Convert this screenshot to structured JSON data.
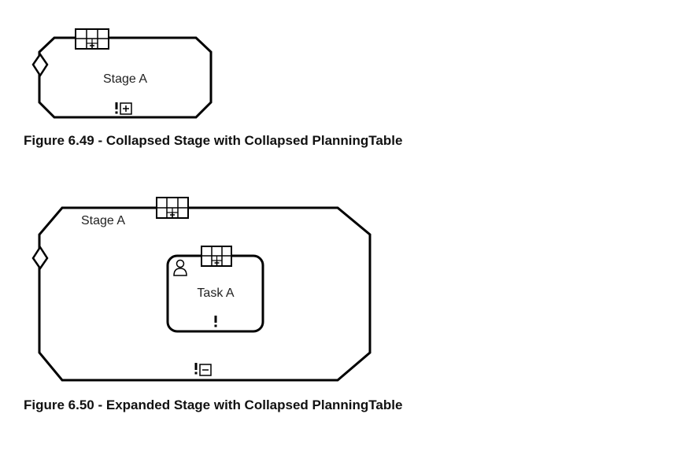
{
  "figure1": {
    "stage_label": "Stage A",
    "caption": "Figure 6.49 - Collapsed Stage with Collapsed PlanningTable"
  },
  "figure2": {
    "stage_label": "Stage A",
    "task_label": "Task A",
    "caption": "Figure 6.50 - Expanded Stage with Collapsed PlanningTable"
  },
  "icons": {
    "entry_criterion": "diamond-icon",
    "planning_table": "planning-table-icon",
    "required_marker": "exclamation-icon",
    "expand_marker": "plus-box-icon",
    "collapse_marker": "minus-box-icon",
    "human_task": "person-icon"
  },
  "colors": {
    "stroke": "#000000",
    "text": "#222222"
  }
}
